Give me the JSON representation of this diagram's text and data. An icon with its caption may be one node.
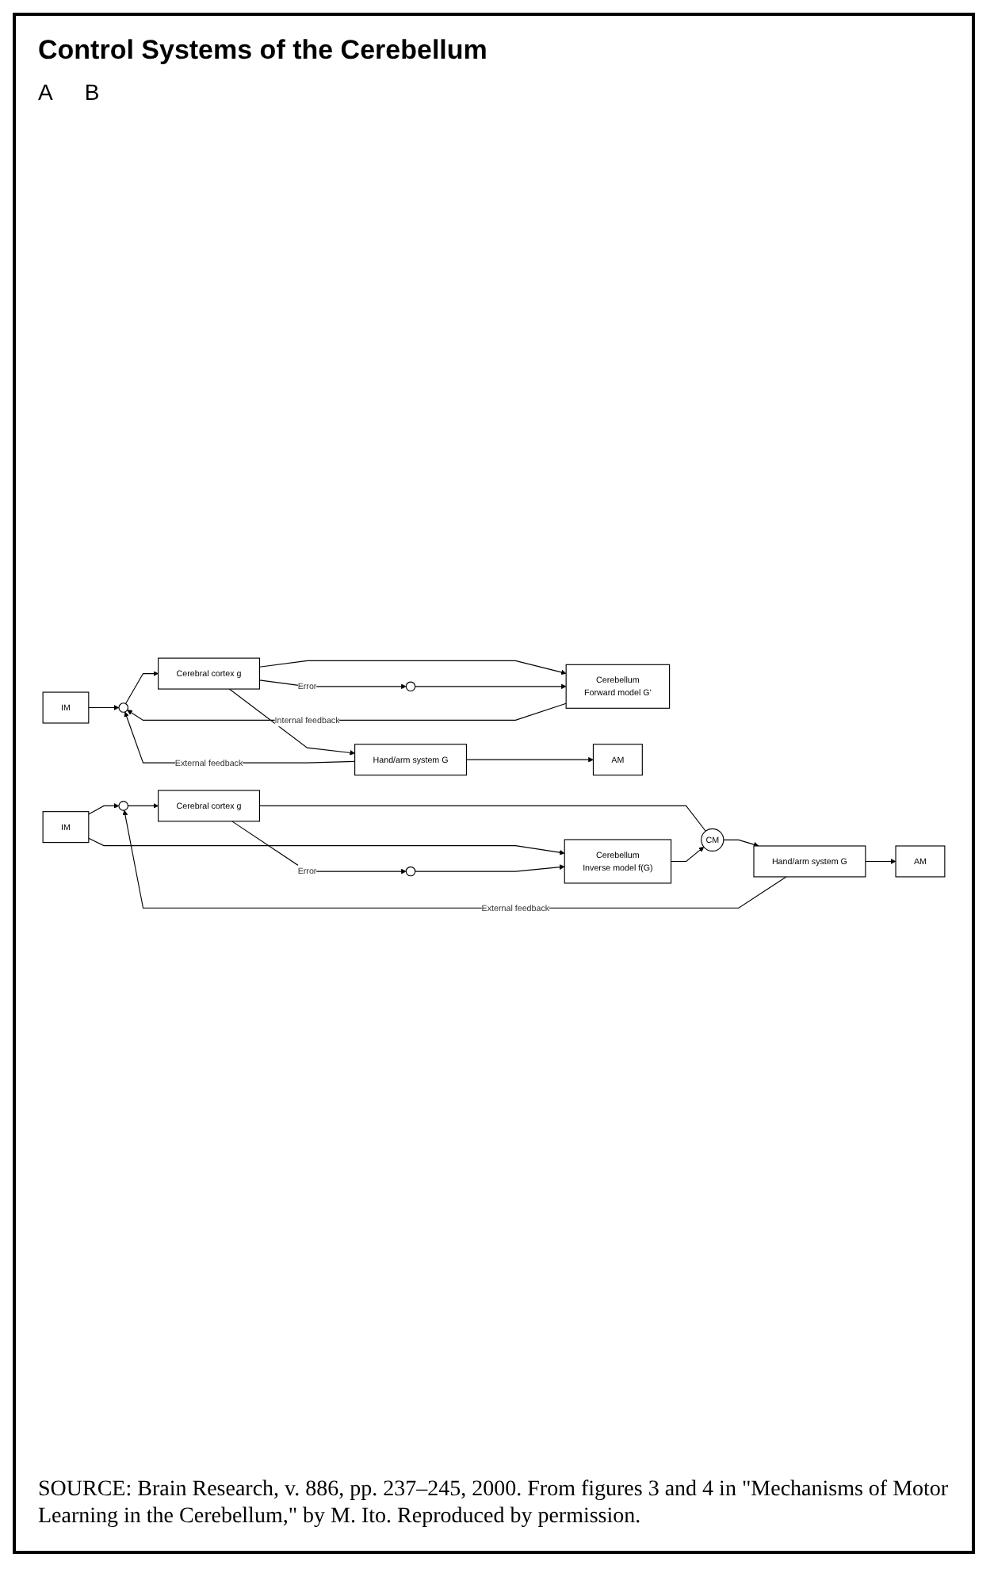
{
  "diagram": {
    "title": "Control Systems of the Cerebellum",
    "caption": "SOURCE: Brain Research, v. 886, pp. 237–245, 2000. From figures 3 and 4 in \"Mechanisms of Motor Learning in the Cerebellum,\" by M. Ito. Reproduced by permission.",
    "nodes": [
      {
        "text": [
          "IM"
        ]
      },
      {
        "text": [],
        "shape": "circle"
      },
      {
        "text": [
          "Cerebral cortex g"
        ]
      },
      {
        "text": [
          "Cerebellum",
          "Forward model G'"
        ]
      },
      {
        "text": [],
        "shape": "circle"
      },
      {
        "text": [
          "Hand/arm system G"
        ]
      },
      {
        "text": [
          "AM"
        ]
      },
      {
        "text": [
          "IM"
        ]
      },
      {
        "text": [],
        "shape": "circle"
      },
      {
        "text": [
          "Cerebellum",
          "Inverse model f(G)"
        ]
      },
      {
        "text": [],
        "shape": "circle"
      },
      {
        "text": [
          "Cerebral cortex g"
        ]
      },
      {
        "text": [
          "CM"
        ]
      },
      {
        "text": [
          "Hand/arm system G"
        ]
      },
      {
        "text": [
          "AM"
        ]
      }
    ],
    "edges": [
      {
        "from": 0,
        "to": 1,
        "arrow": "to"
      },
      {
        "from": 1,
        "to": 2,
        "arrow": "to"
      },
      {
        "from": 2,
        "to": 3,
        "arrow": "to"
      },
      {
        "from": 2,
        "to": 4,
        "arrow": "to",
        "label": "Error"
      },
      {
        "from": 2,
        "to": 5,
        "arrow": "to"
      },
      {
        "from": 4,
        "to": 3,
        "arrow": "to"
      },
      {
        "from": 3,
        "to": 1,
        "arrow": "to",
        "label": "Internal feedback"
      },
      {
        "from": 5,
        "to": 6,
        "arrow": "to"
      },
      {
        "from": 5,
        "to": 1,
        "arrow": "to",
        "label": "External feedback"
      },
      {
        "from": 7,
        "to": 8,
        "arrow": "to"
      },
      {
        "from": 7,
        "to": 9,
        "arrow": "to"
      },
      {
        "from": 8,
        "to": 11,
        "arrow": "to"
      },
      {
        "from": 11,
        "to": 10,
        "arrow": "to",
        "label": "Error"
      },
      {
        "from": 10,
        "to": 9,
        "arrow": "to"
      },
      {
        "from": 11,
        "to": 12,
        "arrow": "none"
      },
      {
        "from": 9,
        "to": 12,
        "arrow": "to"
      },
      {
        "from": 12,
        "to": 13,
        "arrow": "to"
      },
      {
        "from": 13,
        "to": 14,
        "arrow": "to"
      },
      {
        "from": 13,
        "to": 8,
        "arrow": "to",
        "label": "External feedback"
      }
    ],
    "labels": [
      "A",
      "B"
    ]
  }
}
